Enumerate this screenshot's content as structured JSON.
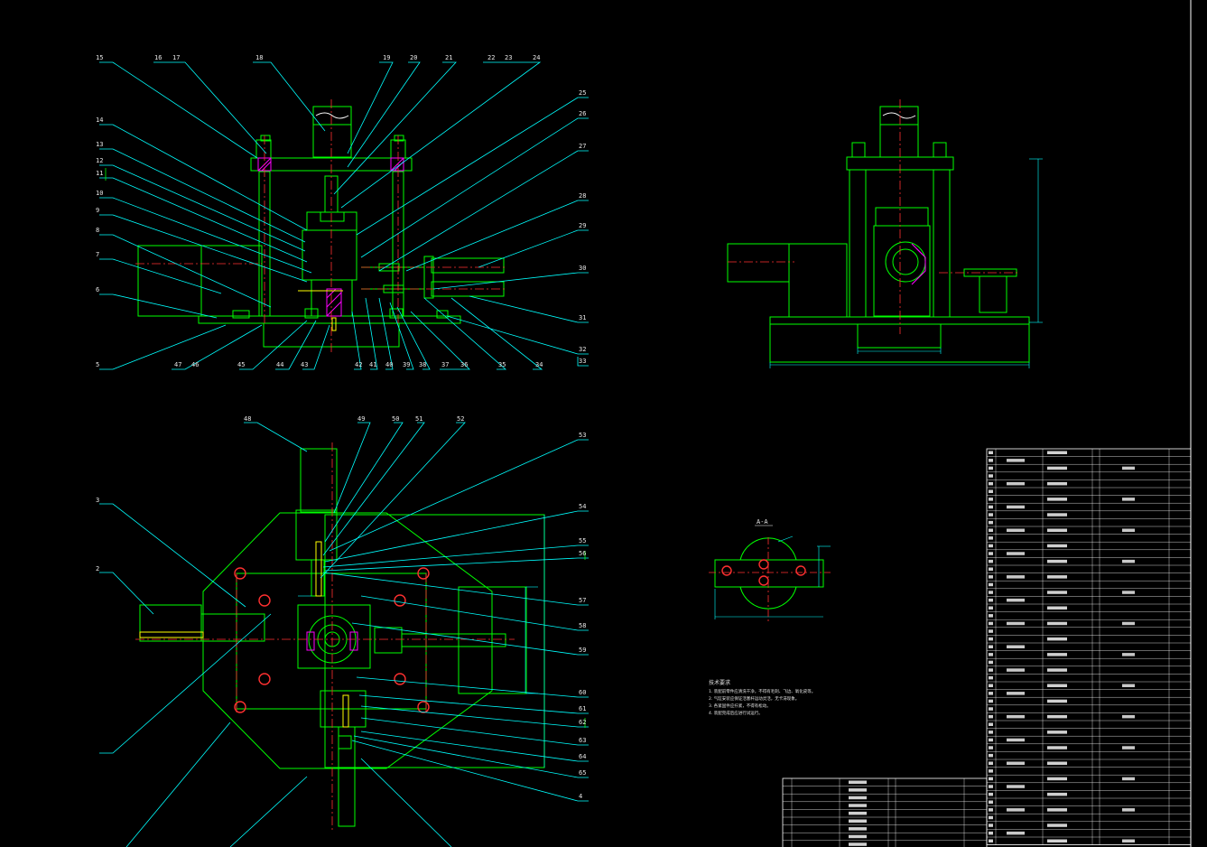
{
  "drawing": {
    "colors": {
      "background": "#000000",
      "outline": "#00ff00",
      "leader": "#00ffff",
      "center": "#ff3030",
      "section": "#ff00ff",
      "hatch": "#ffff00",
      "text": "#ffffff",
      "dim": "#00ffff"
    },
    "labels": {
      "front": [
        "15",
        "16",
        "17",
        "18",
        "19",
        "20",
        "21",
        "22",
        "23",
        "24",
        "25",
        "26",
        "27",
        "28",
        "29",
        "30",
        "31",
        "32",
        "33",
        "34",
        "35",
        "36",
        "37",
        "38",
        "39",
        "40",
        "41",
        "42",
        "43",
        "44",
        "45",
        "46",
        "47",
        "5",
        "6",
        "7",
        "8",
        "9",
        "10",
        "11",
        "12",
        "13",
        "14"
      ],
      "top": [
        "48",
        "49",
        "50",
        "51",
        "52",
        "53",
        "54",
        "55",
        "56",
        "57",
        "58",
        "59",
        "60",
        "61",
        "62",
        "63",
        "64",
        "65",
        "4",
        "3",
        "2"
      ]
    },
    "section_mark": "A-A",
    "notes_title": "技术要求",
    "notes": [
      "1. 装配前零件应清洗干净，不得有毛刺、飞边、氧化皮等。",
      "2. 气缸安装应保证活塞杆运动灵活，无卡滞现象。",
      "3. 各紧固件应拧紧，不得有松动。",
      "4. 装配完成后应进行试运行。"
    ],
    "title_block": {
      "rows": [
        "零件明细",
        "气缸",
        "螺钉",
        "定位板",
        "底座",
        "夹具体",
        "支架",
        "推杆",
        "导轨"
      ]
    }
  }
}
